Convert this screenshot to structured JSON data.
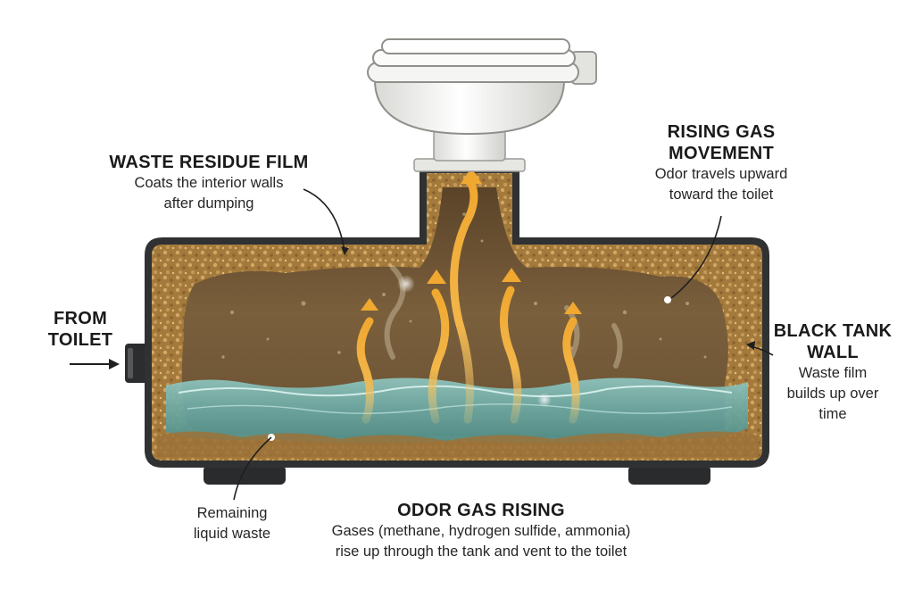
{
  "labels": {
    "waste_residue": {
      "title": "WASTE RESIDUE FILM",
      "desc": [
        "Coats the interior walls",
        "after dumping"
      ]
    },
    "rising_gas": {
      "title": [
        "RISING GAS",
        "MOVEMENT"
      ],
      "desc": [
        "Odor travels upward",
        "toward the toilet"
      ]
    },
    "from_toilet": {
      "title": [
        "FROM",
        "TOILET"
      ]
    },
    "black_tank": {
      "title": [
        "BLACK TANK",
        "WALL"
      ],
      "desc": [
        "Waste film",
        "builds up over",
        "time"
      ]
    },
    "remaining_liquid": {
      "desc": [
        "Remaining",
        "liquid waste"
      ]
    },
    "odor_gas": {
      "title": "ODOR GAS RISING",
      "desc": [
        "Gases (methane, hydrogen sulfide, ammonia)",
        "rise up through the tank and vent to the toilet"
      ]
    }
  },
  "colors": {
    "tank_outline": "#2f3133",
    "sludge": "#b58a4a",
    "sludge_dark": "#7a5a2a",
    "interior": "#6b5335",
    "liquid": "#7fb8b4",
    "arrow": "#f2b640",
    "toilet": "#f4f4f2"
  }
}
